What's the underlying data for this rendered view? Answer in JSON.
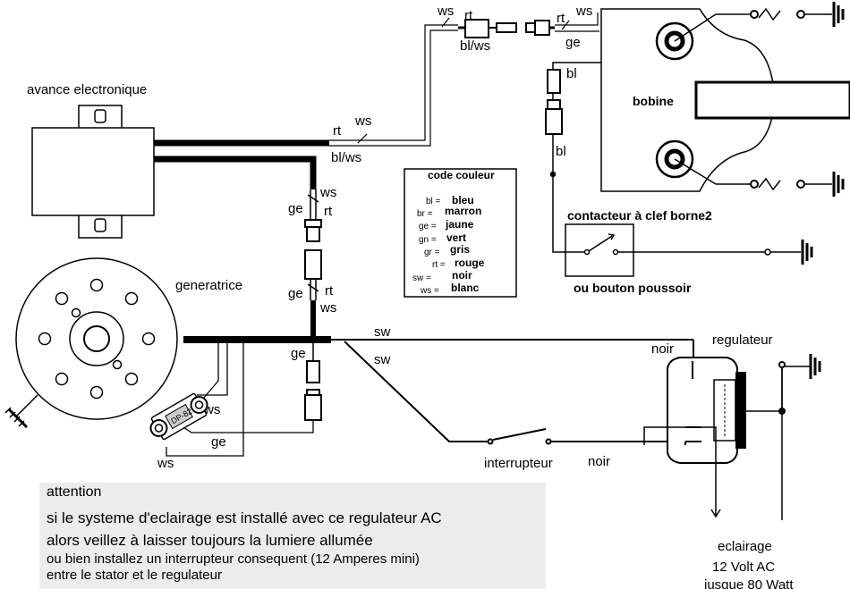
{
  "labels": {
    "avance": "avance electronique",
    "generatrice": "generatrice",
    "bobine": "bobine",
    "contacteur": "contacteur à clef borne2",
    "bouton": "ou bouton poussoir",
    "regulateur": "regulateur",
    "interrupteur": "interrupteur",
    "eclairage_1": "eclairage",
    "eclairage_2": "12 Volt AC",
    "eclairage_3": "jusque  80 Watt"
  },
  "wires": {
    "rt": "rt",
    "ws": "ws",
    "bl_ws": "bl/ws",
    "ge": "ge",
    "bl": "bl",
    "sw": "sw",
    "noir": "noir"
  },
  "code_couleur": {
    "title": "code couleur",
    "entries": [
      {
        "abbr": "bl =",
        "name": "bleu"
      },
      {
        "abbr": "br =",
        "name": "marron"
      },
      {
        "abbr": "ge =",
        "name": "jaune"
      },
      {
        "abbr": "gn =",
        "name": "vert"
      },
      {
        "abbr": "gr =",
        "name": "gris"
      },
      {
        "abbr": "rt =",
        "name": "rouge"
      },
      {
        "abbr": "sw =",
        "name": "noir"
      },
      {
        "abbr": "ws =",
        "name": "blanc"
      }
    ]
  },
  "diode_marking": "DP-82",
  "note": {
    "line1": "attention",
    "line2": "si le systeme d'eclairage est installé avec ce regulateur AC",
    "line3": "alors veillez à laisser toujours la lumiere allumée",
    "line4": "ou bien installez un interrupteur consequent (12 Amperes mini)",
    "line5": "entre le stator et le regulateur"
  }
}
